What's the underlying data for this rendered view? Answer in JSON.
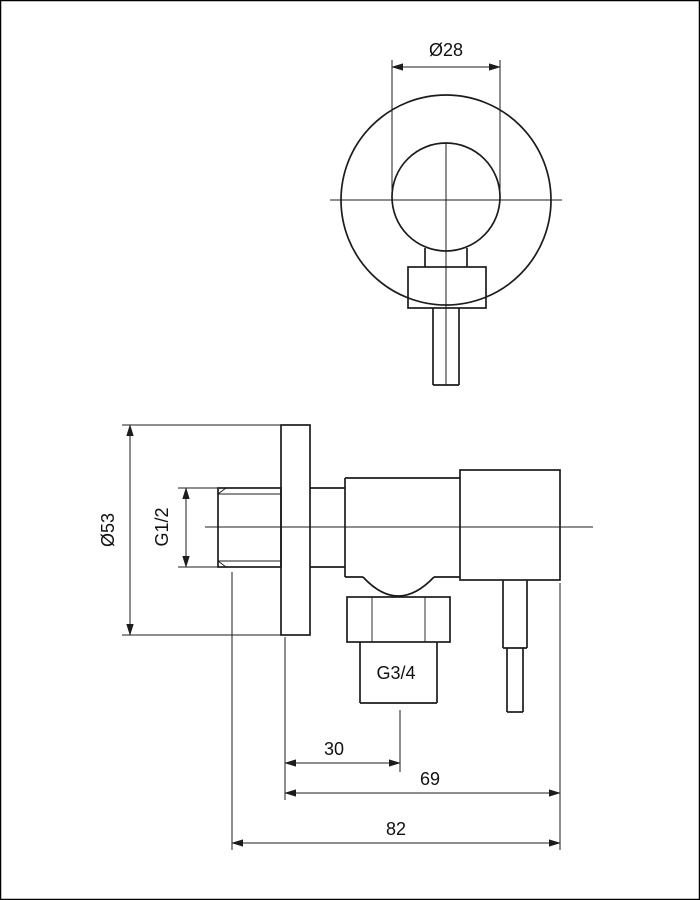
{
  "drawing": {
    "colors": {
      "line": "#1c1c1c",
      "background": "#ffffff"
    },
    "front_view": {
      "dim_handle_diameter": "Ø28"
    },
    "side_view": {
      "dim_flange_diameter": "Ø53",
      "inlet_thread": "G1/2",
      "outlet_thread": "G3/4",
      "dim_wall_to_outlet_axis": "30",
      "dim_wall_to_end": "69",
      "dim_total_length": "82"
    }
  }
}
